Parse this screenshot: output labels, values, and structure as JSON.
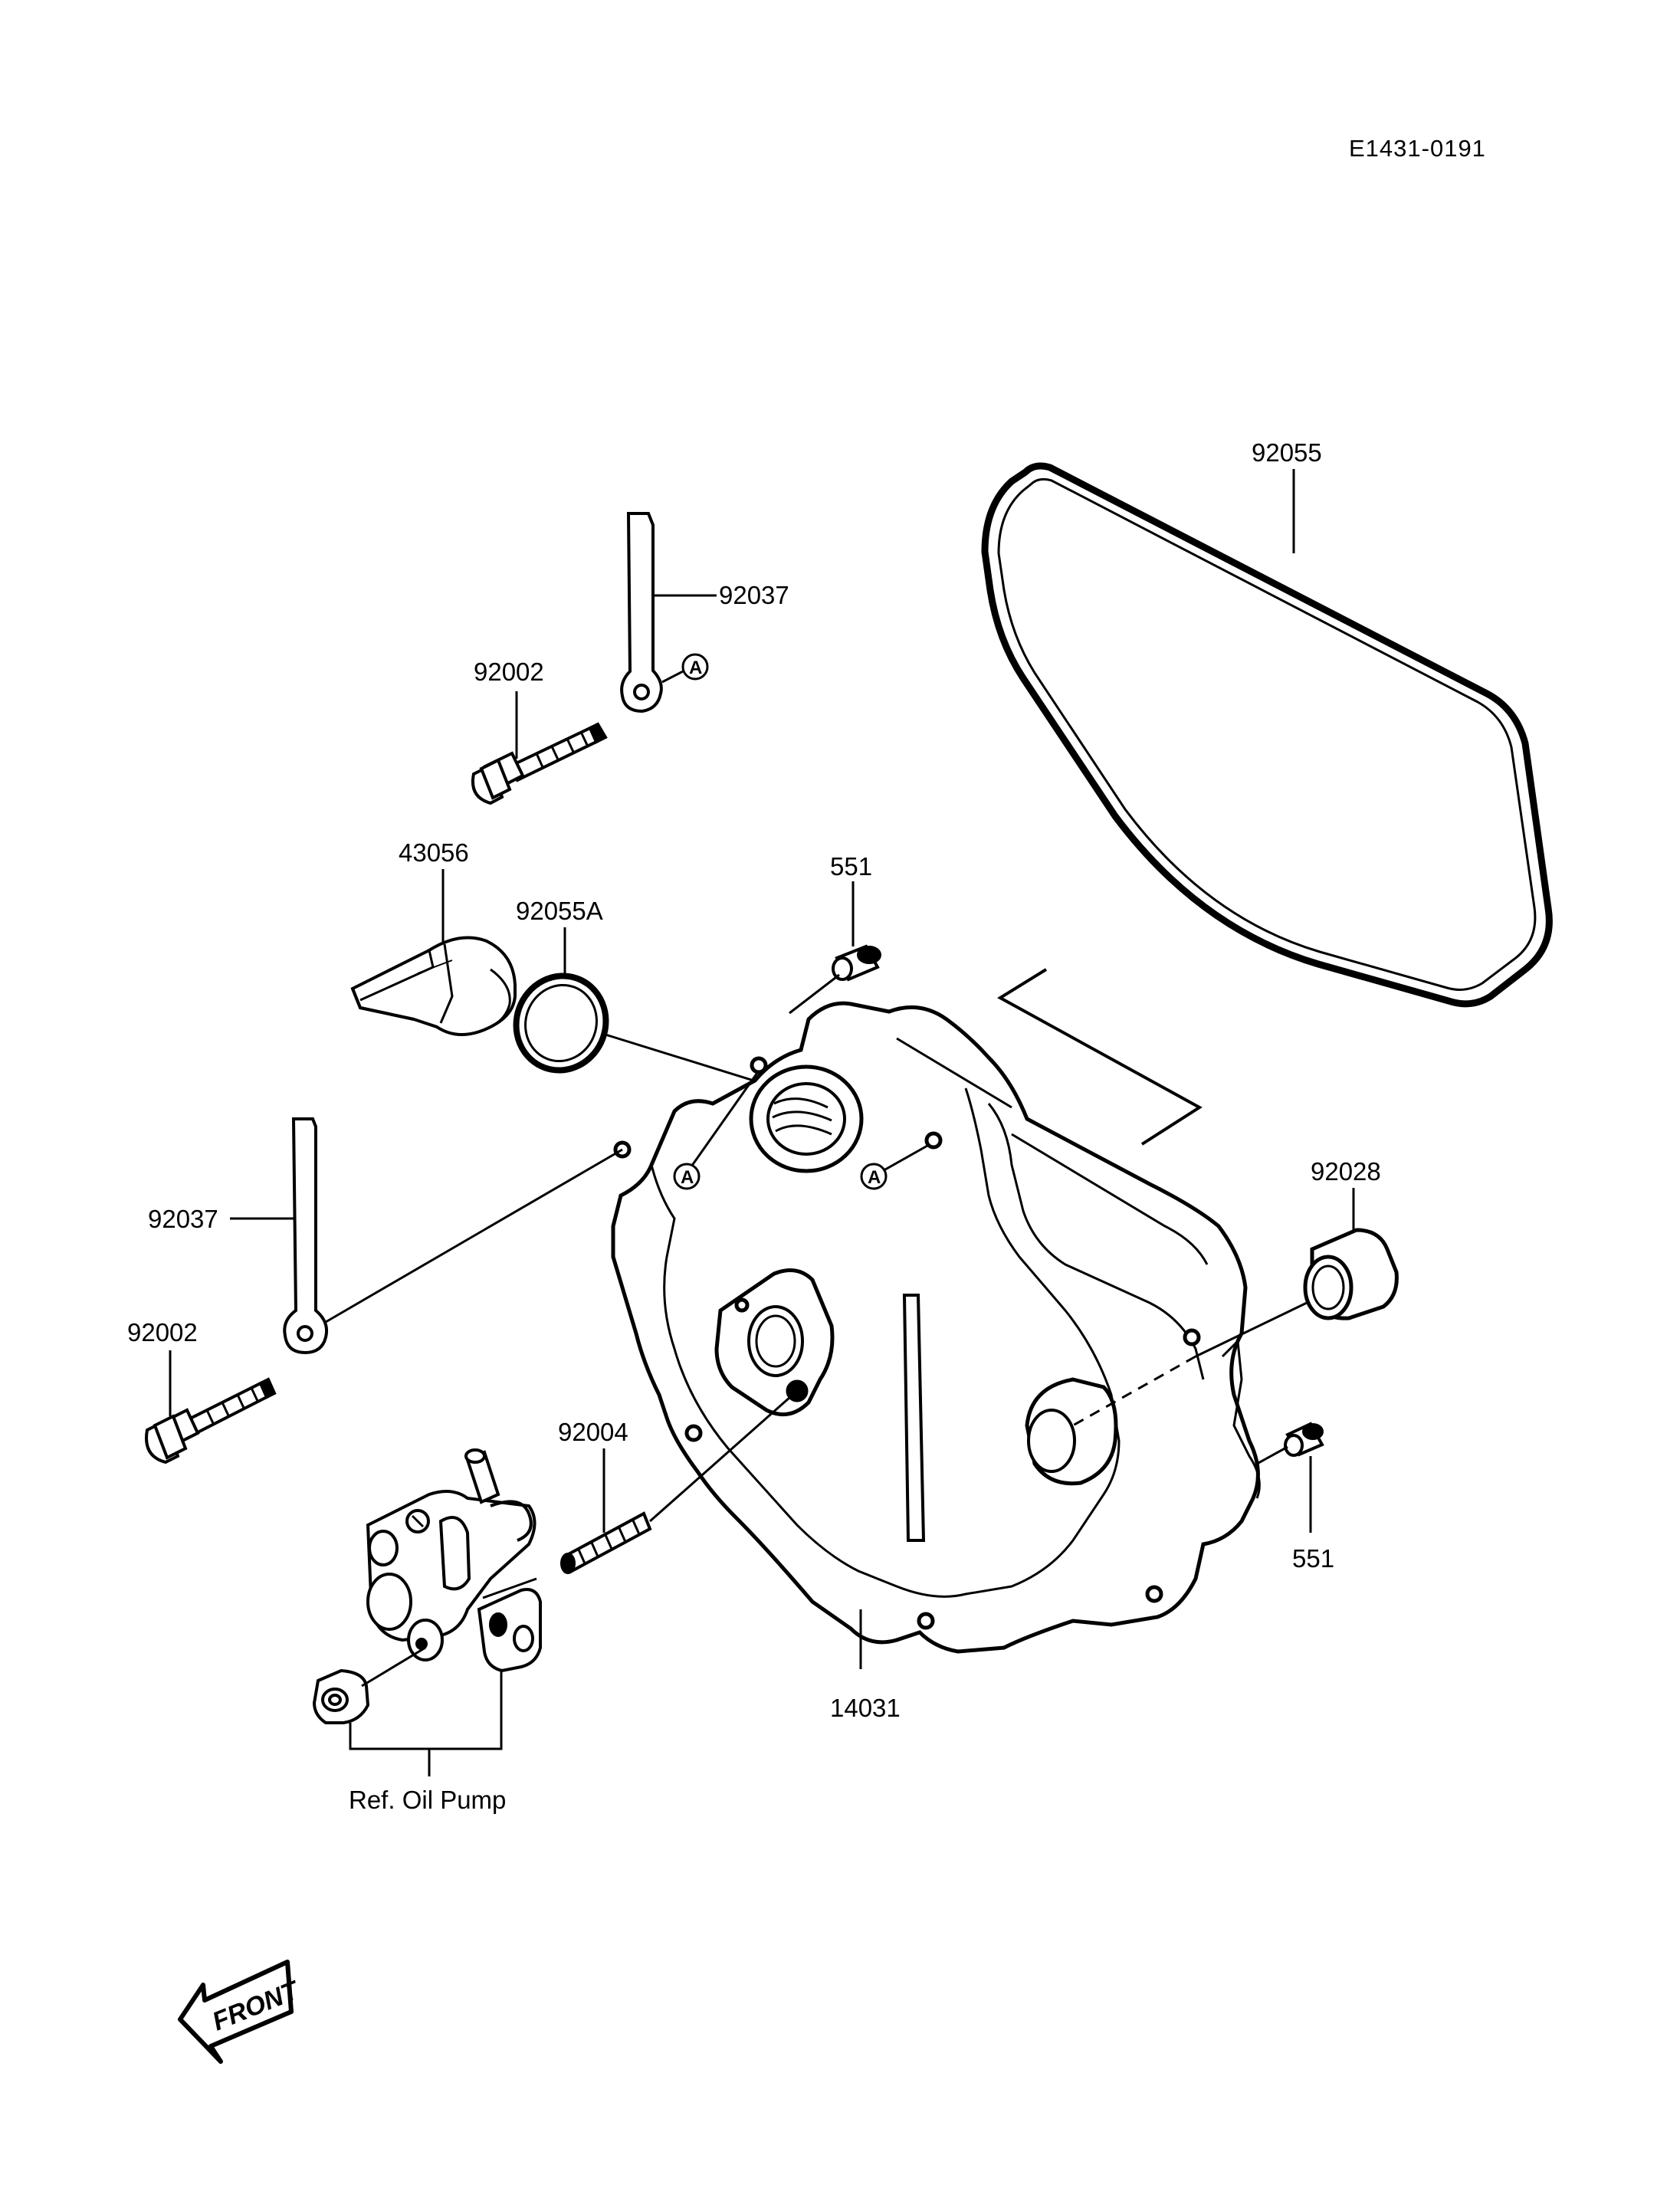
{
  "diagram": {
    "code": "E1431-0191",
    "front_label": "FRONT",
    "ref_label": "Ref. Oil Pump",
    "ref_mark": "A",
    "parts": {
      "gasket": "92055",
      "strap_top": "92037",
      "bolt_top": "92002",
      "cap": "43056",
      "oring": "92055A",
      "dowel_top": "551",
      "strap_left": "92037",
      "bolt_left": "92002",
      "stud": "92004",
      "collar": "92028",
      "dowel_right": "551",
      "cover": "14031"
    }
  }
}
